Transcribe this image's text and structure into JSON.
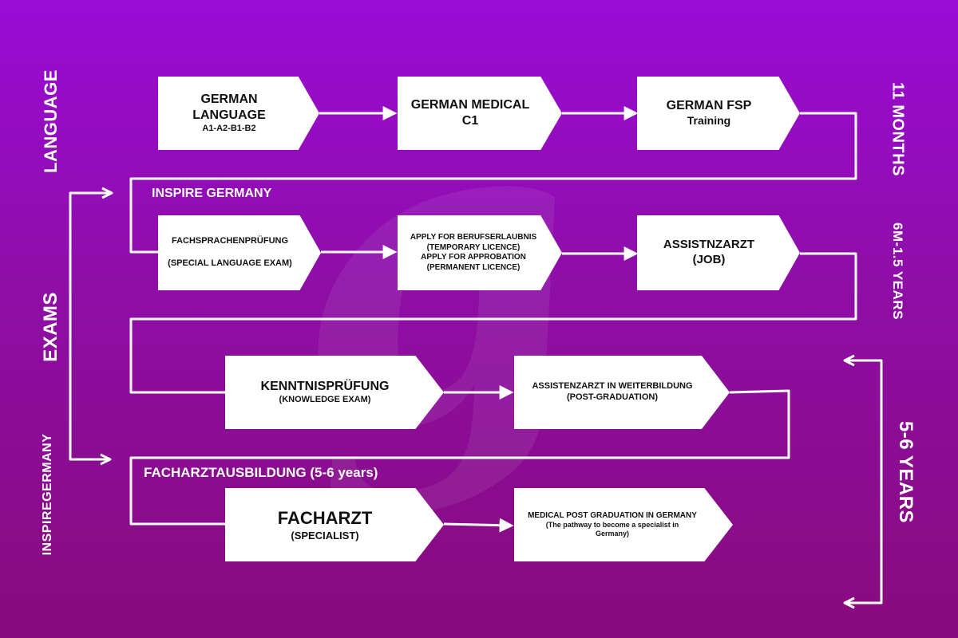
{
  "watermark": "g",
  "side_labels": {
    "language": "LANGUAGE",
    "exams": "EXAMS",
    "brand": "INSPIREGERMANY",
    "months": "11 MONTHS",
    "six_months": "6M-1.5 YEARS",
    "years": "5-6 YEARS"
  },
  "sections": {
    "inspire": "INSPIRE GERMANY",
    "facharzt_training": "FACHARZTAUSBILDUNG (5-6 years)"
  },
  "boxes": {
    "german_language": {
      "line1": "GERMAN LANGUAGE",
      "line2": "A1-A2-B1-B2"
    },
    "german_medical": {
      "line1": "GERMAN MEDICAL",
      "line2": "C1"
    },
    "german_fsp": {
      "line1": "GERMAN FSP",
      "line2": "Training"
    },
    "fachsprachen": {
      "line1": "FACHSPRACHENPRÜFUNG",
      "line2": "(SPECIAL LANGUAGE EXAM)"
    },
    "apply": {
      "line1": "APPLY FOR BERUFSERLAUBNIS",
      "line2": "(TEMPORARY LICENCE)",
      "line3": "APPLY FOR APPROBATION",
      "line4": "(PERMANENT LICENCE)"
    },
    "assistnzarzt": {
      "line1": "ASSISTNZARZT",
      "line2": "(JOB)"
    },
    "kenntnis": {
      "line1": "KENNTNISPRÜFUNG",
      "line2": "(KNOWLEDGE EXAM)"
    },
    "weiterbildung": {
      "line1": "ASSISTENZARZT IN WEITERBILDUNG",
      "line2": "(POST-GRADUATION)"
    },
    "facharzt": {
      "line1": "FACHARZT",
      "line2": "(SPECIALIST)"
    },
    "medical_pg": {
      "line1": "MEDICAL POST GRADUATION IN GERMANY",
      "line2": "(The pathway to become a specialist in",
      "line3": "Germany)"
    }
  }
}
